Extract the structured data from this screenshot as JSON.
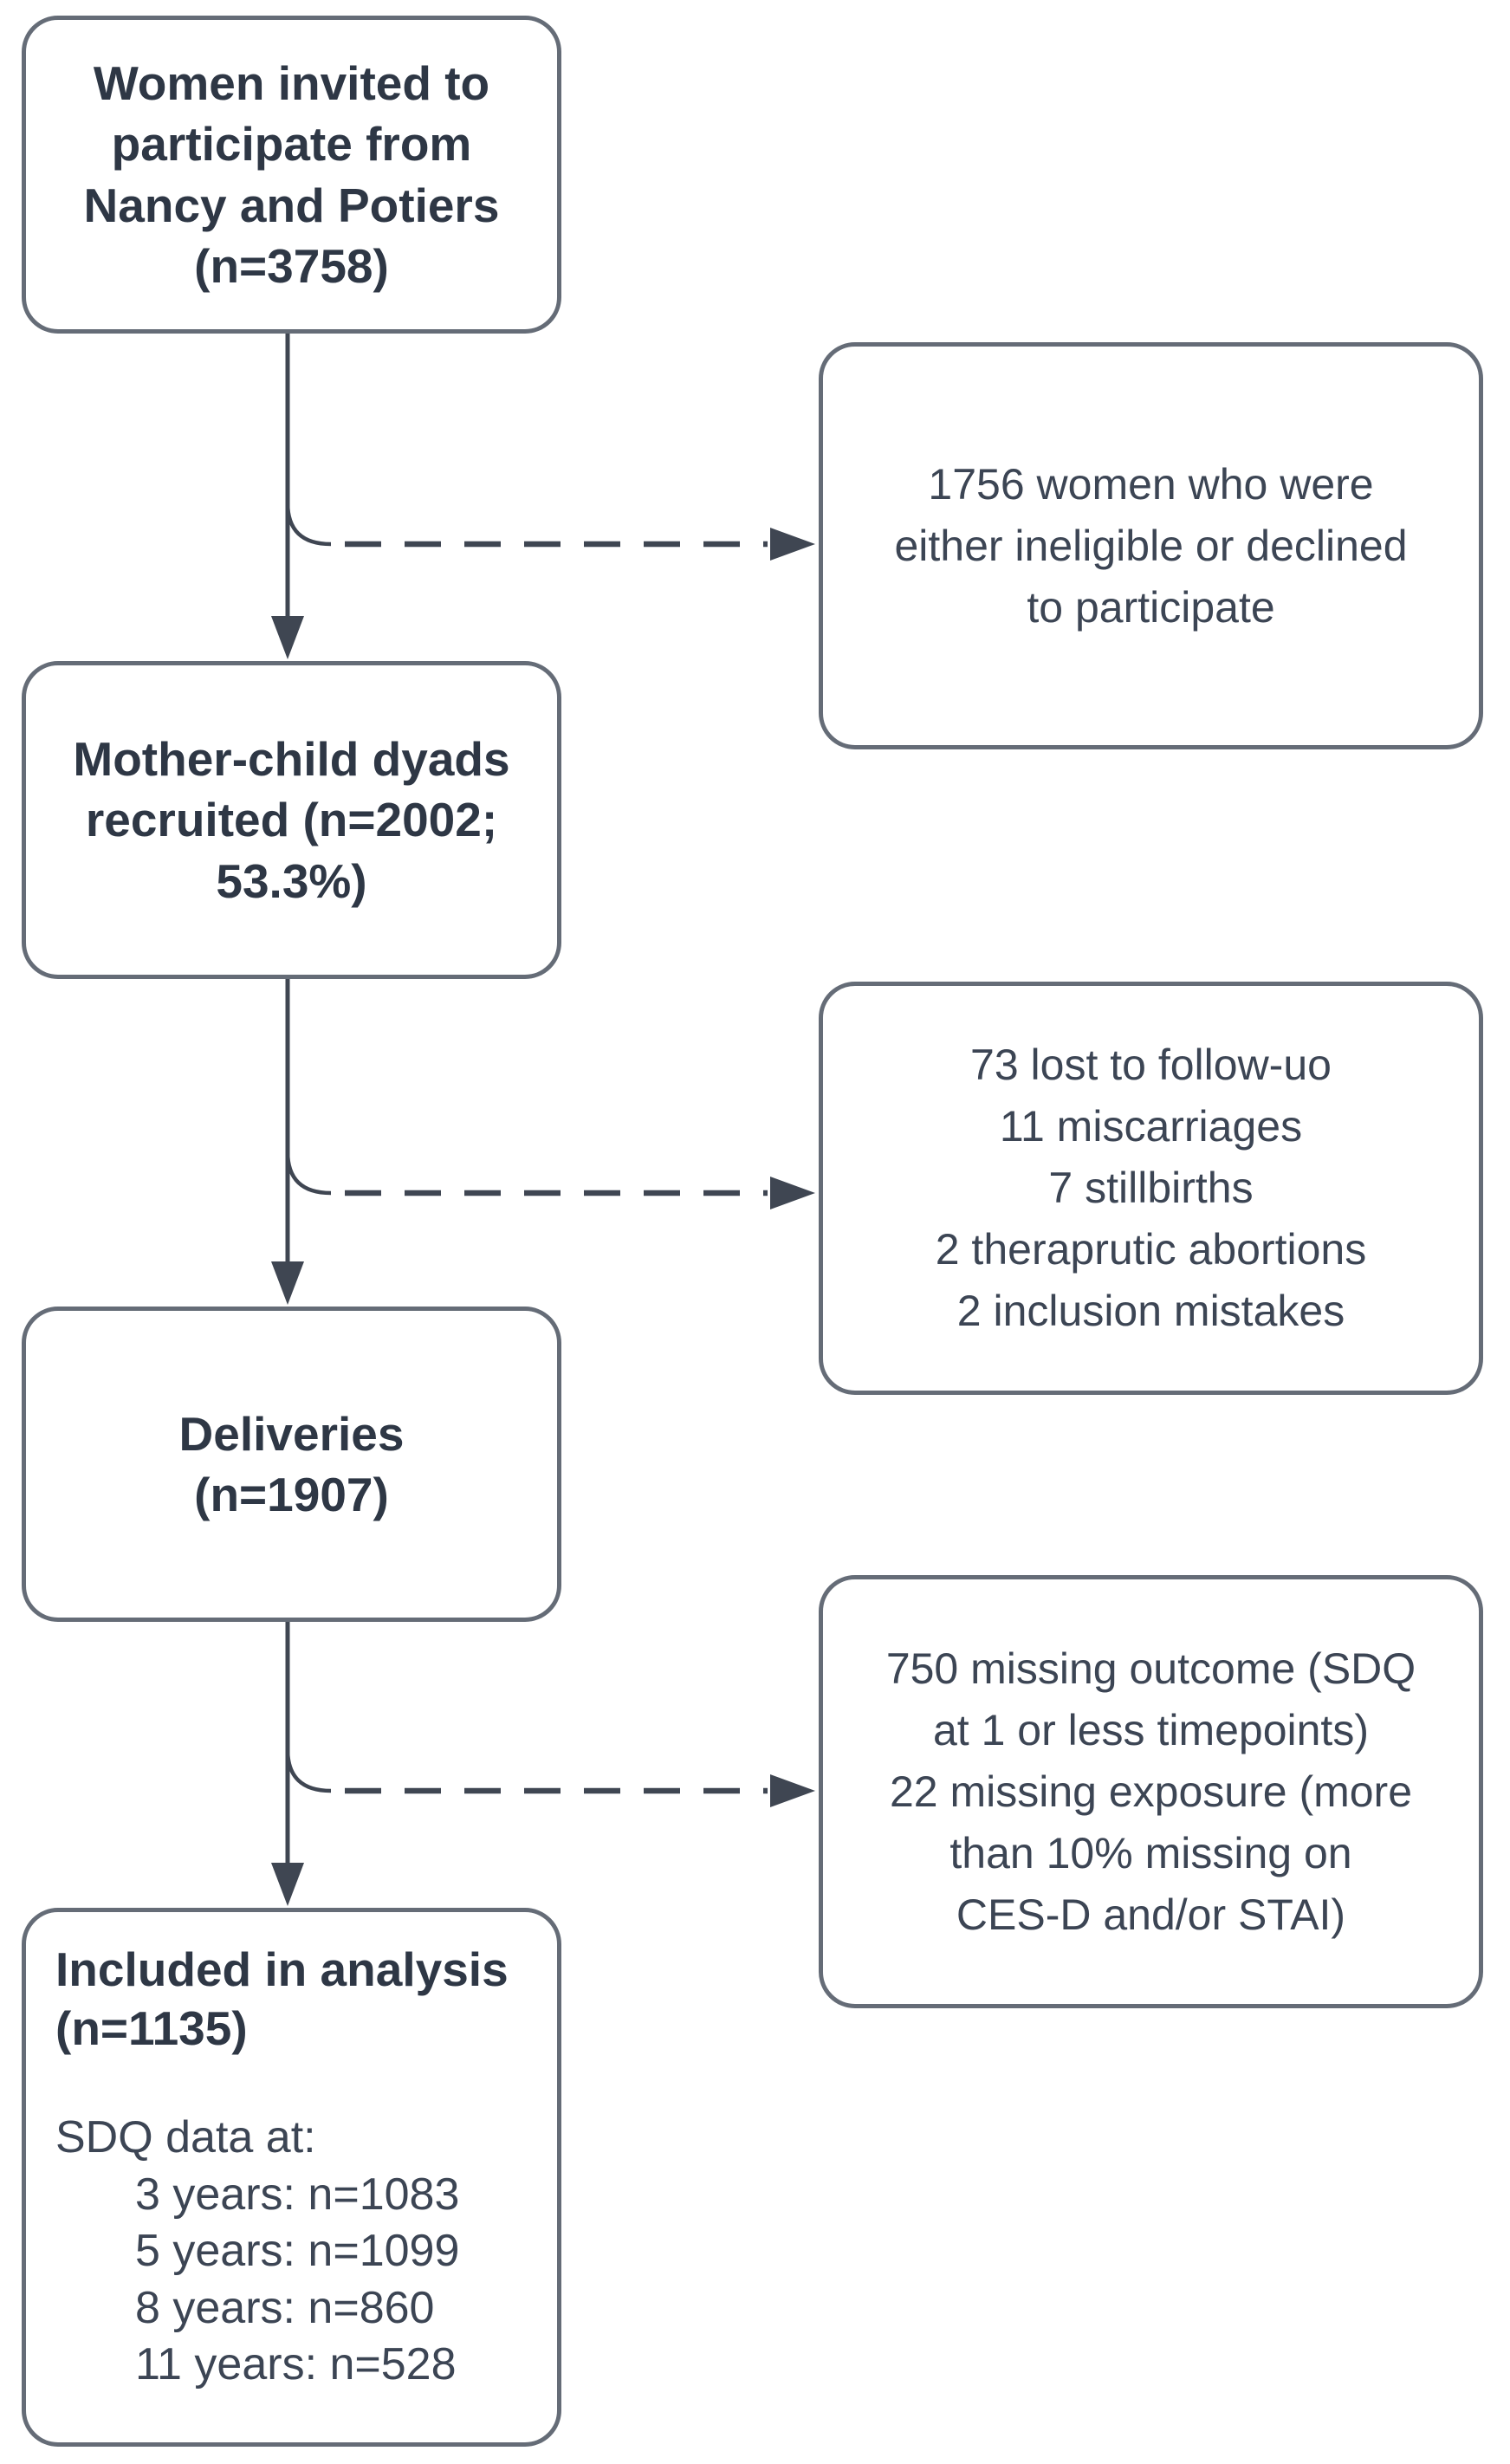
{
  "palette": {
    "background": "#ffffff",
    "box_fill": "#ffffff",
    "box_border": "#656c77",
    "heading_text": "#2e3745",
    "body_text": "#3c4554",
    "connector": "#3f4652"
  },
  "flowchart": {
    "main_boxes": {
      "invited": {
        "lines": [
          "Women invited to",
          "participate from",
          "Nancy and Potiers",
          "(n=3758)"
        ]
      },
      "recruited": {
        "lines": [
          "Mother-child dyads",
          "recruited (n=2002;",
          "53.3%)"
        ]
      },
      "deliveries": {
        "lines": [
          "Deliveries",
          "(n=1907)"
        ]
      }
    },
    "exclusion_boxes": {
      "ineligible": {
        "lines": [
          "1756 women who were",
          "either ineligible or declined",
          "to participate"
        ]
      },
      "losses": {
        "lines": [
          "73 lost to follow-uo",
          "11 miscarriages",
          "7 stillbirths",
          "2 theraprutic abortions",
          "2 inclusion mistakes"
        ]
      },
      "missing": {
        "lines": [
          "750 missing outcome (SDQ",
          "at 1 or less timepoints)",
          "22 missing exposure (more",
          "than 10% missing on",
          "CES-D and/or STAI)"
        ]
      }
    },
    "final_box": {
      "heading_lines": [
        "Included in analysis",
        "(n=1135)"
      ],
      "sdq_label": "SDQ data at:",
      "sdq_items": [
        "3 years: n=1083",
        "5 years: n=1099",
        "8 years: n=860",
        "11 years: n=528"
      ]
    }
  }
}
